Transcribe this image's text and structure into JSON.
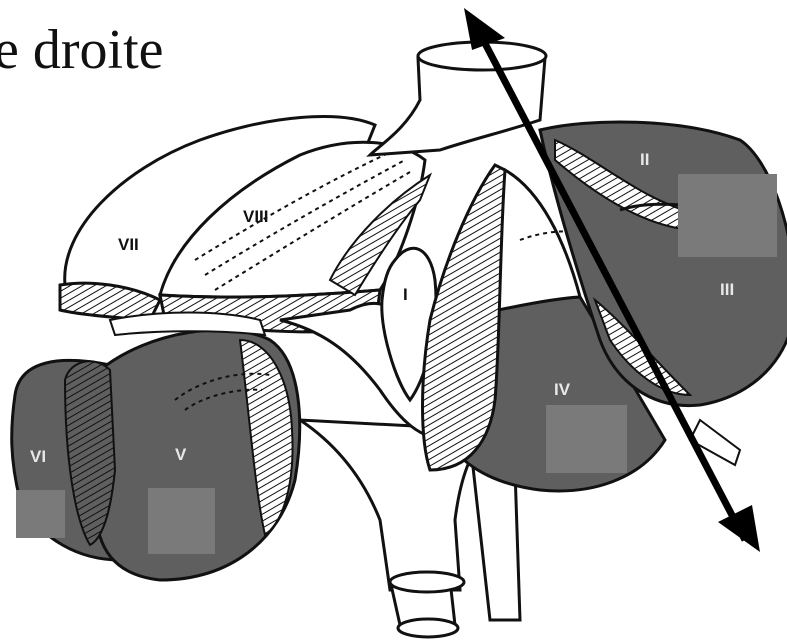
{
  "title": "e droite",
  "segments": [
    {
      "id": "I",
      "label": "I"
    },
    {
      "id": "II",
      "label": "II"
    },
    {
      "id": "III",
      "label": "III"
    },
    {
      "id": "IV",
      "label": "IV"
    },
    {
      "id": "V",
      "label": "V"
    },
    {
      "id": "VI",
      "label": "VI"
    },
    {
      "id": "VII",
      "label": "VII"
    },
    {
      "id": "VIII",
      "label": "VIII"
    }
  ],
  "colors": {
    "dark_segment": "#5f5f5f",
    "outline": "#111111",
    "light_segment": "#ffffff",
    "mask_box": "#7a7a7a",
    "arrow": "#000000",
    "dark_label": "#e8e8e8",
    "light_label": "#111111"
  },
  "arrow": {
    "type": "double-headed"
  }
}
